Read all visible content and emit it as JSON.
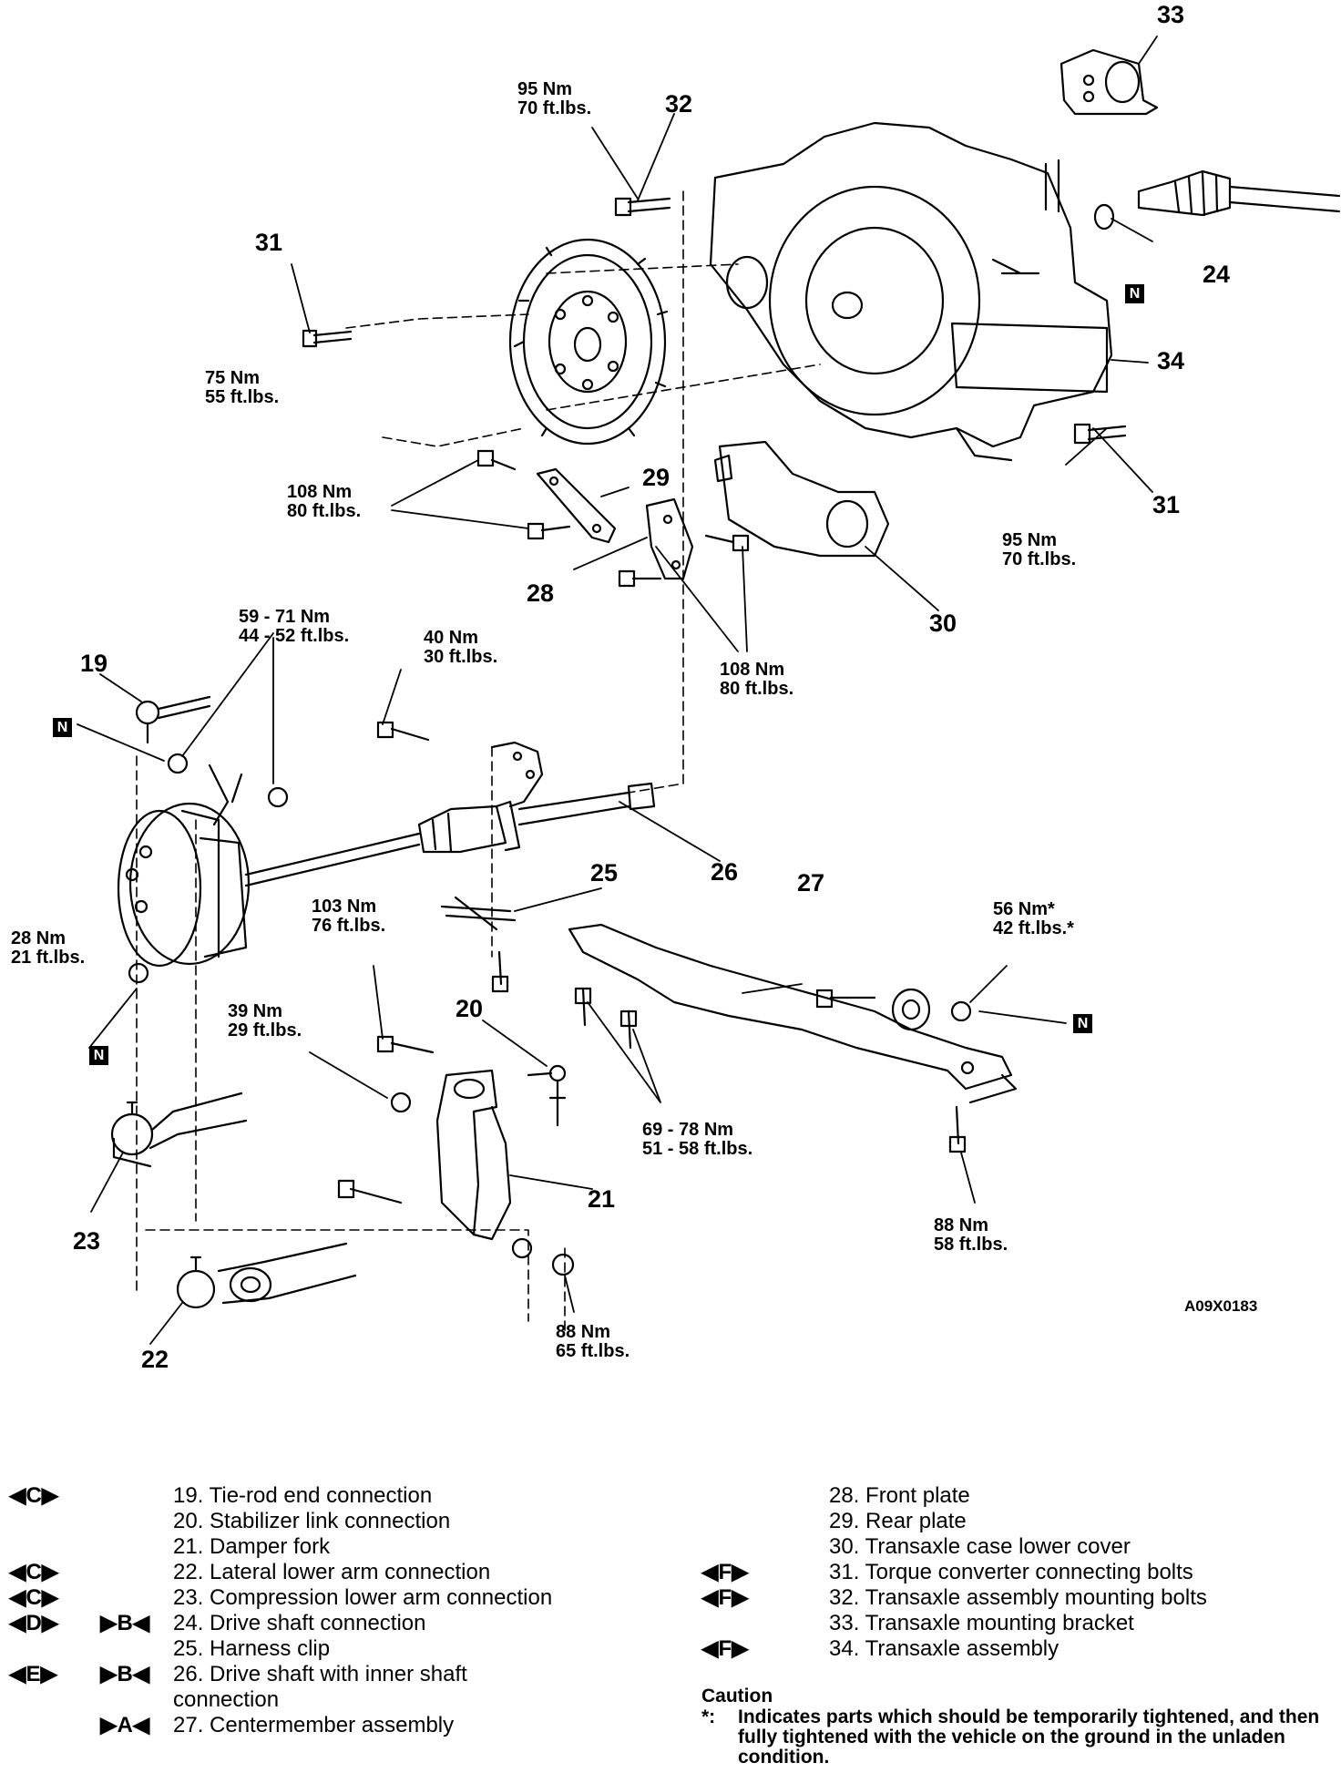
{
  "figure_code": "A09X0183",
  "callouts": {
    "n19": "19",
    "n20": "20",
    "n21": "21",
    "n22": "22",
    "n23": "23",
    "n24": "24",
    "n25": "25",
    "n26": "26",
    "n27": "27",
    "n28": "28",
    "n29": "29",
    "n30": "30",
    "n31a": "31",
    "n31b": "31",
    "n32": "32",
    "n33": "33",
    "n34": "34"
  },
  "torques": {
    "t32": {
      "nm": "95 Nm",
      "ft": "70 ft.lbs."
    },
    "t31a": {
      "nm": "75 Nm",
      "ft": "55 ft.lbs."
    },
    "t31b": {
      "nm": "95 Nm",
      "ft": "70 ft.lbs."
    },
    "t29": {
      "nm": "108 Nm",
      "ft": "80 ft.lbs."
    },
    "t28": {
      "nm": "108 Nm",
      "ft": "80 ft.lbs."
    },
    "t19": {
      "nm": "59 - 71 Nm",
      "ft": "44 - 52 ft.lbs."
    },
    "t26": {
      "nm": "40 Nm",
      "ft": "30 ft.lbs."
    },
    "t22": {
      "nm": "28 Nm",
      "ft": "21 ft.lbs."
    },
    "t20a": {
      "nm": "103 Nm",
      "ft": "76 ft.lbs."
    },
    "t20b": {
      "nm": "39 Nm",
      "ft": "29 ft.lbs."
    },
    "t27a": {
      "nm": "56 Nm*",
      "ft": "42 ft.lbs.*"
    },
    "t27b": {
      "nm": "69 - 78 Nm",
      "ft": "51 - 58 ft.lbs."
    },
    "t27c": {
      "nm": "88 Nm",
      "ft": "58 ft.lbs."
    },
    "t21": {
      "nm": "88 Nm",
      "ft": "65 ft.lbs."
    }
  },
  "n_badge": "N",
  "legend_left": [
    {
      "m1": "◀C▶",
      "m2": "",
      "text": "19. Tie-rod end connection"
    },
    {
      "m1": "",
      "m2": "",
      "text": "20. Stabilizer link connection"
    },
    {
      "m1": "",
      "m2": "",
      "text": "21. Damper fork"
    },
    {
      "m1": "◀C▶",
      "m2": "",
      "text": "22. Lateral lower arm connection"
    },
    {
      "m1": "◀C▶",
      "m2": "",
      "text": "23. Compression lower arm connection"
    },
    {
      "m1": "◀D▶",
      "m2": "▶B◀",
      "text": "24. Drive shaft connection"
    },
    {
      "m1": "",
      "m2": "",
      "text": "25. Harness clip"
    },
    {
      "m1": "◀E▶",
      "m2": "▶B◀",
      "text": "26. Drive shaft with inner shaft"
    },
    {
      "m1": "",
      "m2": "",
      "text": "connection"
    },
    {
      "m1": "",
      "m2": "▶A◀",
      "text": "27. Centermember assembly"
    }
  ],
  "legend_right": [
    {
      "m1": "",
      "text": "28. Front plate"
    },
    {
      "m1": "",
      "text": "29. Rear plate"
    },
    {
      "m1": "",
      "text": "30. Transaxle case lower cover"
    },
    {
      "m1": "◀F▶",
      "text": "31. Torque converter connecting bolts"
    },
    {
      "m1": "◀F▶",
      "text": "32. Transaxle assembly mounting bolts"
    },
    {
      "m1": "",
      "text": "33. Transaxle mounting bracket"
    },
    {
      "m1": "◀F▶",
      "text": "34. Transaxle assembly"
    }
  ],
  "caution": {
    "title": "Caution",
    "star": "*:",
    "text": "Indicates parts which should be temporarily tightened, and then fully tightened with the vehicle on the ground in the unladen condition."
  }
}
